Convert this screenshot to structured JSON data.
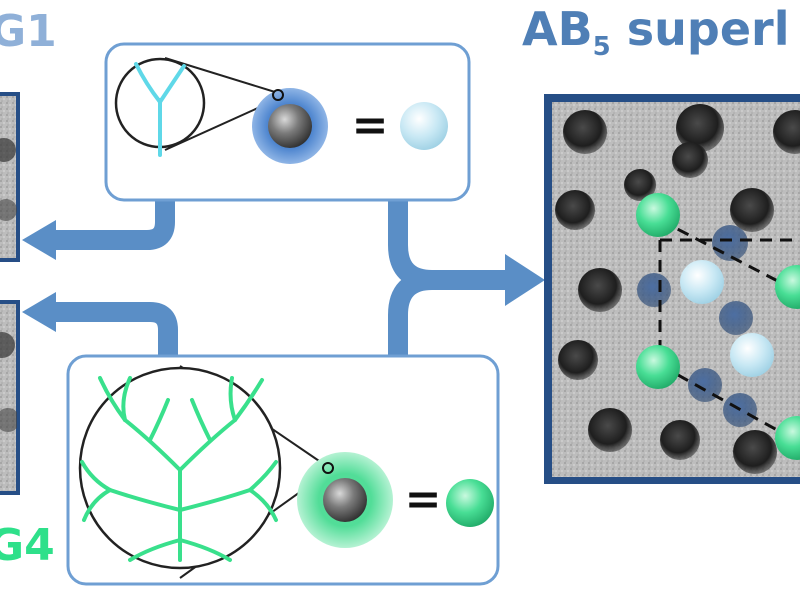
{
  "labels": {
    "g1": "G1",
    "g4": "G4",
    "ab5_main": "AB",
    "ab5_sub": "5",
    "ab5_rest": " superl"
  },
  "panels": {
    "top_equation_sign": "=",
    "bottom_equation_sign": "="
  },
  "colors": {
    "arrow_blue": "#5a8ec6",
    "panel_border": "#6f9fd3",
    "frame_dark": "#264e86",
    "g1_shell": "#6d9fde",
    "g1_sphere": "#d2ecf7",
    "g1_dendron": "#5fd8e8",
    "g4_shell": "#7ee5b3",
    "g4_sphere": "#3fdc8e",
    "g4_dendron": "#39e08c",
    "core_gray": "#6b6b6b"
  },
  "icons": {
    "dendron_g1": "y-branch-dendron-icon",
    "dendron_g4": "branched-tree-dendron-icon",
    "nanoparticle_core": "gray-sphere-icon",
    "g1_particle": "light-blue-sphere-icon",
    "g4_particle": "green-sphere-icon"
  }
}
